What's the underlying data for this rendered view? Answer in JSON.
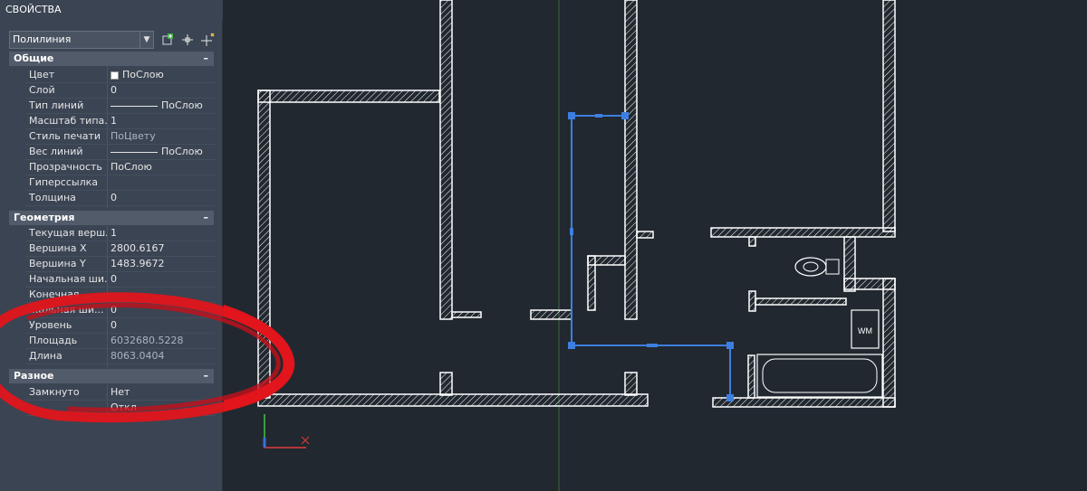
{
  "panel": {
    "title": "СВОЙСТВА",
    "object_type": "Полилиния",
    "sections": {
      "general": "Общие",
      "geometry": "Геометрия",
      "misc": "Разное",
      "toggle": "–"
    },
    "general_rows": [
      {
        "label": "Цвет",
        "value": "ПоСлою"
      },
      {
        "label": "Слой",
        "value": "0"
      },
      {
        "label": "Тип линий",
        "value": "ПоСлою"
      },
      {
        "label": "Масштаб типа...",
        "value": "1"
      },
      {
        "label": "Стиль печати",
        "value": "ПоЦвету"
      },
      {
        "label": "Вес линий",
        "value": "ПоСлою"
      },
      {
        "label": "Прозрачность",
        "value": "ПоСлою"
      },
      {
        "label": "Гиперссылка",
        "value": ""
      },
      {
        "label": "Толщина",
        "value": "0"
      }
    ],
    "geometry_rows": [
      {
        "label": "Текущая верш...",
        "value": "1"
      },
      {
        "label": "Вершина X",
        "value": "2800.6167"
      },
      {
        "label": "Вершина Y",
        "value": "1483.9672"
      },
      {
        "label": "Начальная ши...",
        "value": "0"
      },
      {
        "label": "Конечная ...",
        "value": ""
      },
      {
        "label": "...альная ши...",
        "value": "0"
      },
      {
        "label": "Уровень",
        "value": "0"
      },
      {
        "label": "Площадь",
        "value": "6032680.5228"
      },
      {
        "label": "Длина",
        "value": "8063.0404"
      }
    ],
    "misc_rows": [
      {
        "label": "Замкнуто",
        "value": "Нет"
      },
      {
        "label": "",
        "value": "Откл"
      }
    ]
  },
  "drawing": {
    "appliance_label": "WM",
    "colors": {
      "background": "#212830",
      "wall": "#ffffff",
      "selection": "#3d7fe0",
      "annotation": "#e0151b",
      "ucs_x": "#e03c3c",
      "ucs_y": "#3cc83c"
    }
  }
}
